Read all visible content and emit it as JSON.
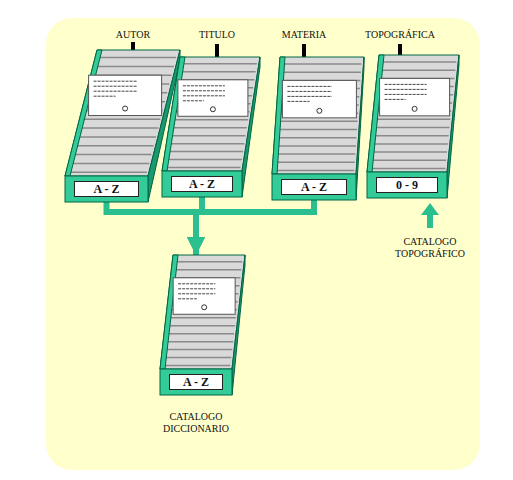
{
  "diagram": {
    "nodes": [
      {
        "text": [
          "AUTOR",
          "A - Z"
        ]
      },
      {
        "text": [
          "TITULO",
          "A - Z"
        ]
      },
      {
        "text": [
          "MATERIA",
          "A - Z"
        ]
      },
      {
        "text": [
          "TOPOGRÁFICA",
          "0 - 9"
        ]
      },
      {
        "text": [
          "A - Z",
          "CATALOGO DICCIONARIO"
        ]
      }
    ],
    "edges": [
      {
        "from": 0,
        "to": 4,
        "arrow": "to"
      },
      {
        "from": 1,
        "to": 4,
        "arrow": "to"
      },
      {
        "from": 2,
        "to": 4,
        "arrow": "to"
      }
    ],
    "labels": [
      "CATALOGO TOPOGRÁFICO"
    ]
  }
}
